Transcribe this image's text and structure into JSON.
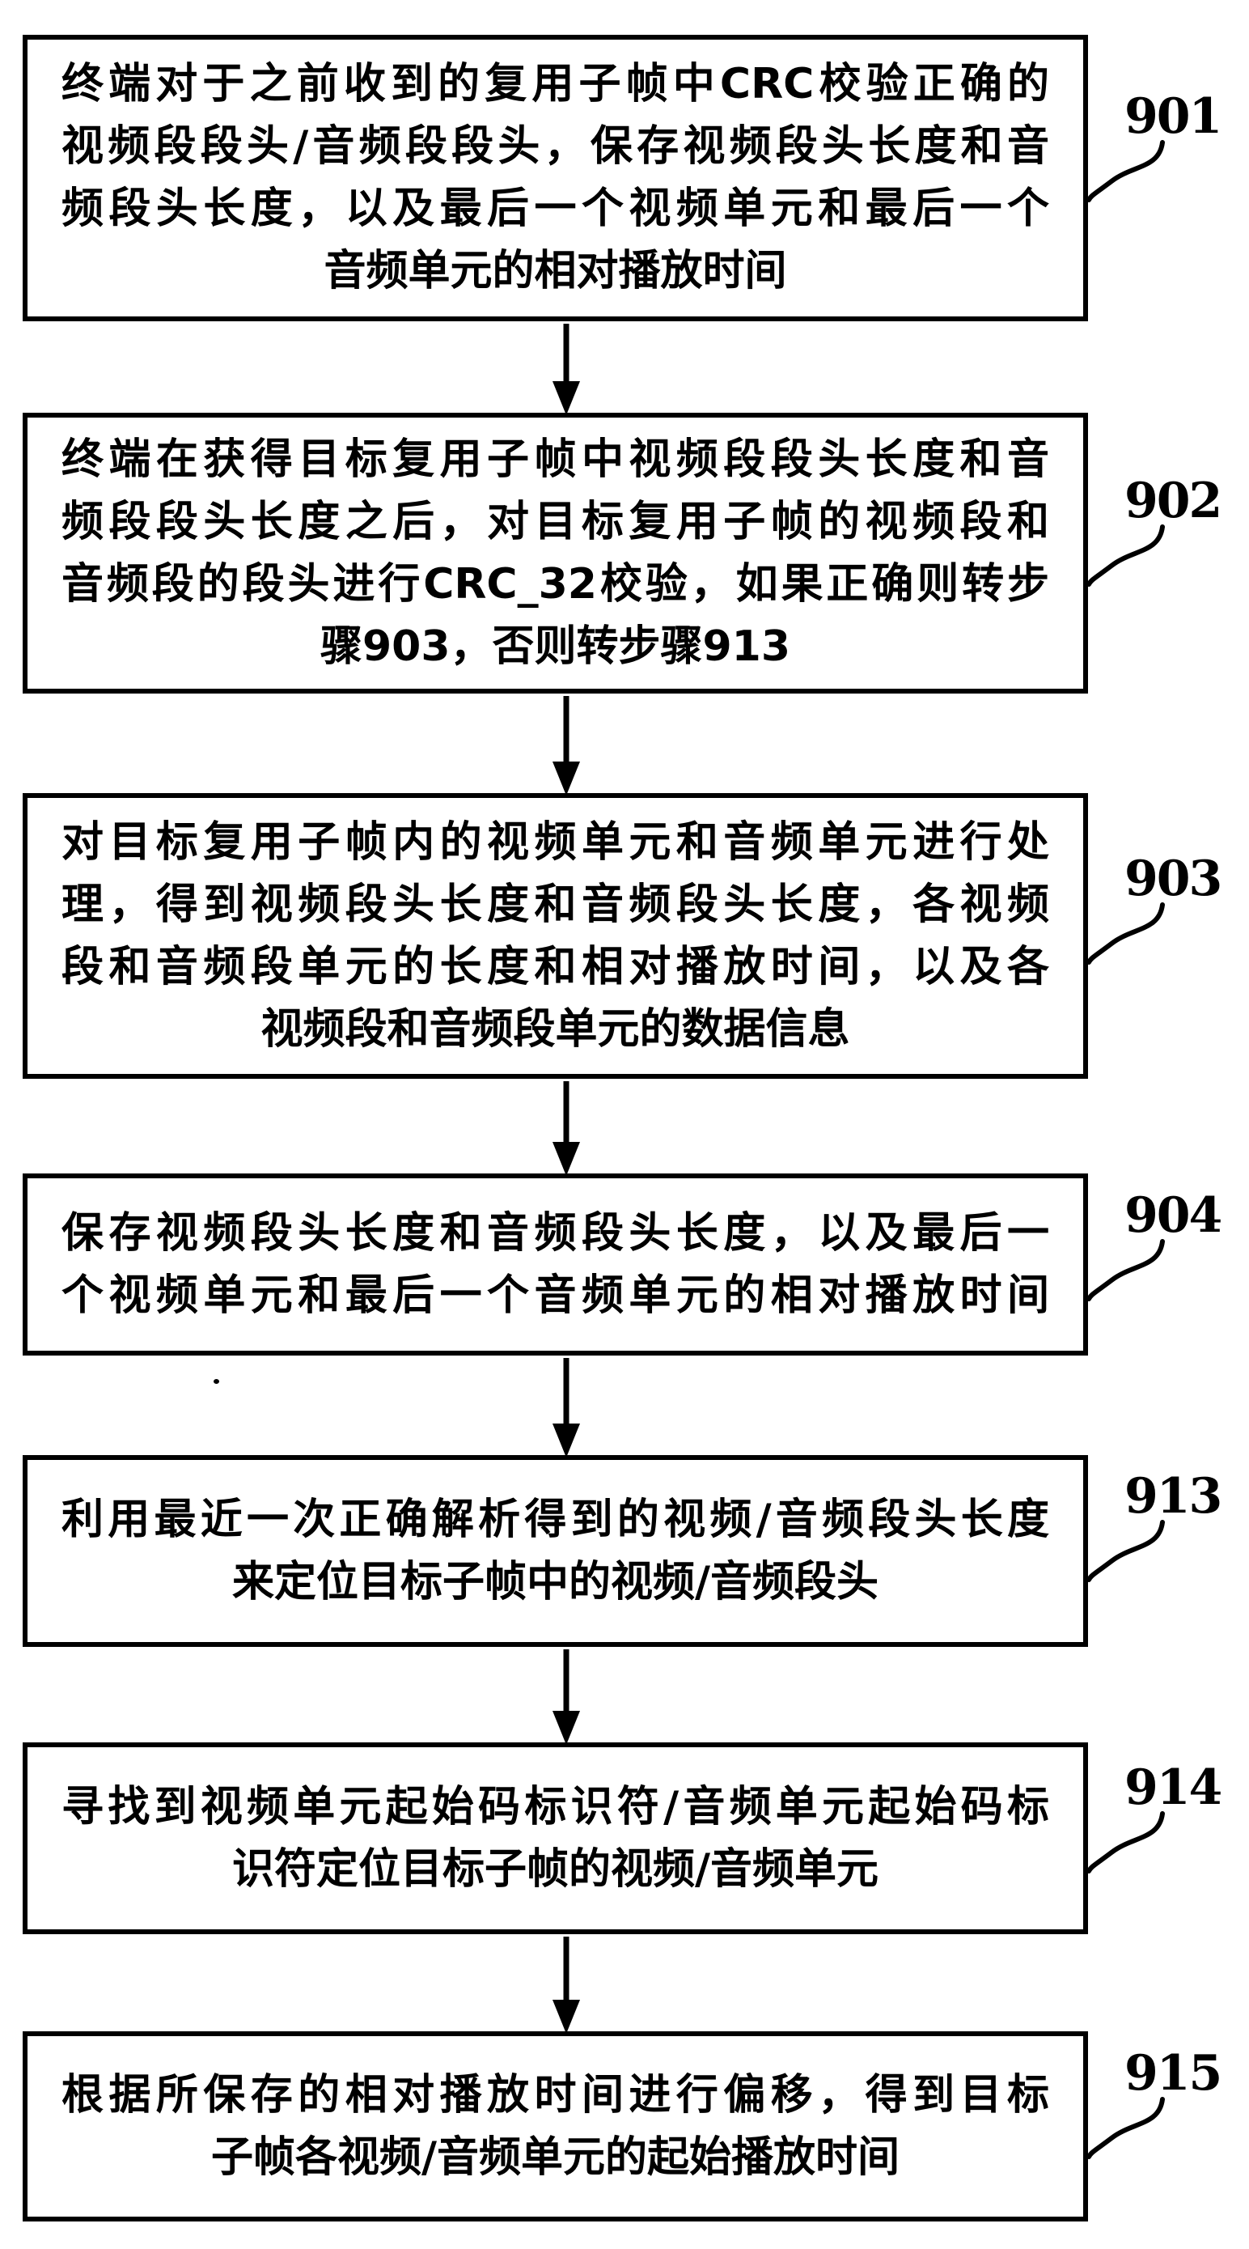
{
  "figure": {
    "ink_color": "#000000",
    "paper_color": "#ffffff",
    "boxes": [
      {
        "label": "901",
        "lines": [
          "终端对于之前收到的复用子帧中CRC校验正确的",
          "视频段段头/音频段段头，保存视频段头长度和音",
          "频段头长度，以及最后一个视频单元和最后一个",
          "音频单元的相对播放时间"
        ]
      },
      {
        "label": "902",
        "lines": [
          "终端在获得目标复用子帧中视频段段头长度和音",
          "频段段头长度之后，对目标复用子帧的视频段和",
          "音频段的段头进行CRC_32校验，如果正确则转步",
          "骤903，否则转步骤913"
        ]
      },
      {
        "label": "903",
        "lines": [
          "对目标复用子帧内的视频单元和音频单元进行处",
          "理，得到视频段头长度和音频段头长度，各视频",
          "段和音频段单元的长度和相对播放时间，以及各",
          "视频段和音频段单元的数据信息"
        ]
      },
      {
        "label": "904",
        "lines": [
          "保存视频段头长度和音频段头长度，以及最后一",
          "个视频单元和最后一个音频单元的相对播放时间"
        ]
      },
      {
        "label": "913",
        "lines": [
          "利用最近一次正确解析得到的视频/音频段头长度",
          "来定位目标子帧中的视频/音频段头"
        ]
      },
      {
        "label": "914",
        "lines": [
          "寻找到视频单元起始码标识符/音频单元起始码标",
          "识符定位目标子帧的视频/音频单元"
        ]
      },
      {
        "label": "915",
        "lines": [
          "根据所保存的相对播放时间进行偏移，得到目标",
          "子帧各视频/音频单元的起始播放时间"
        ]
      }
    ]
  }
}
